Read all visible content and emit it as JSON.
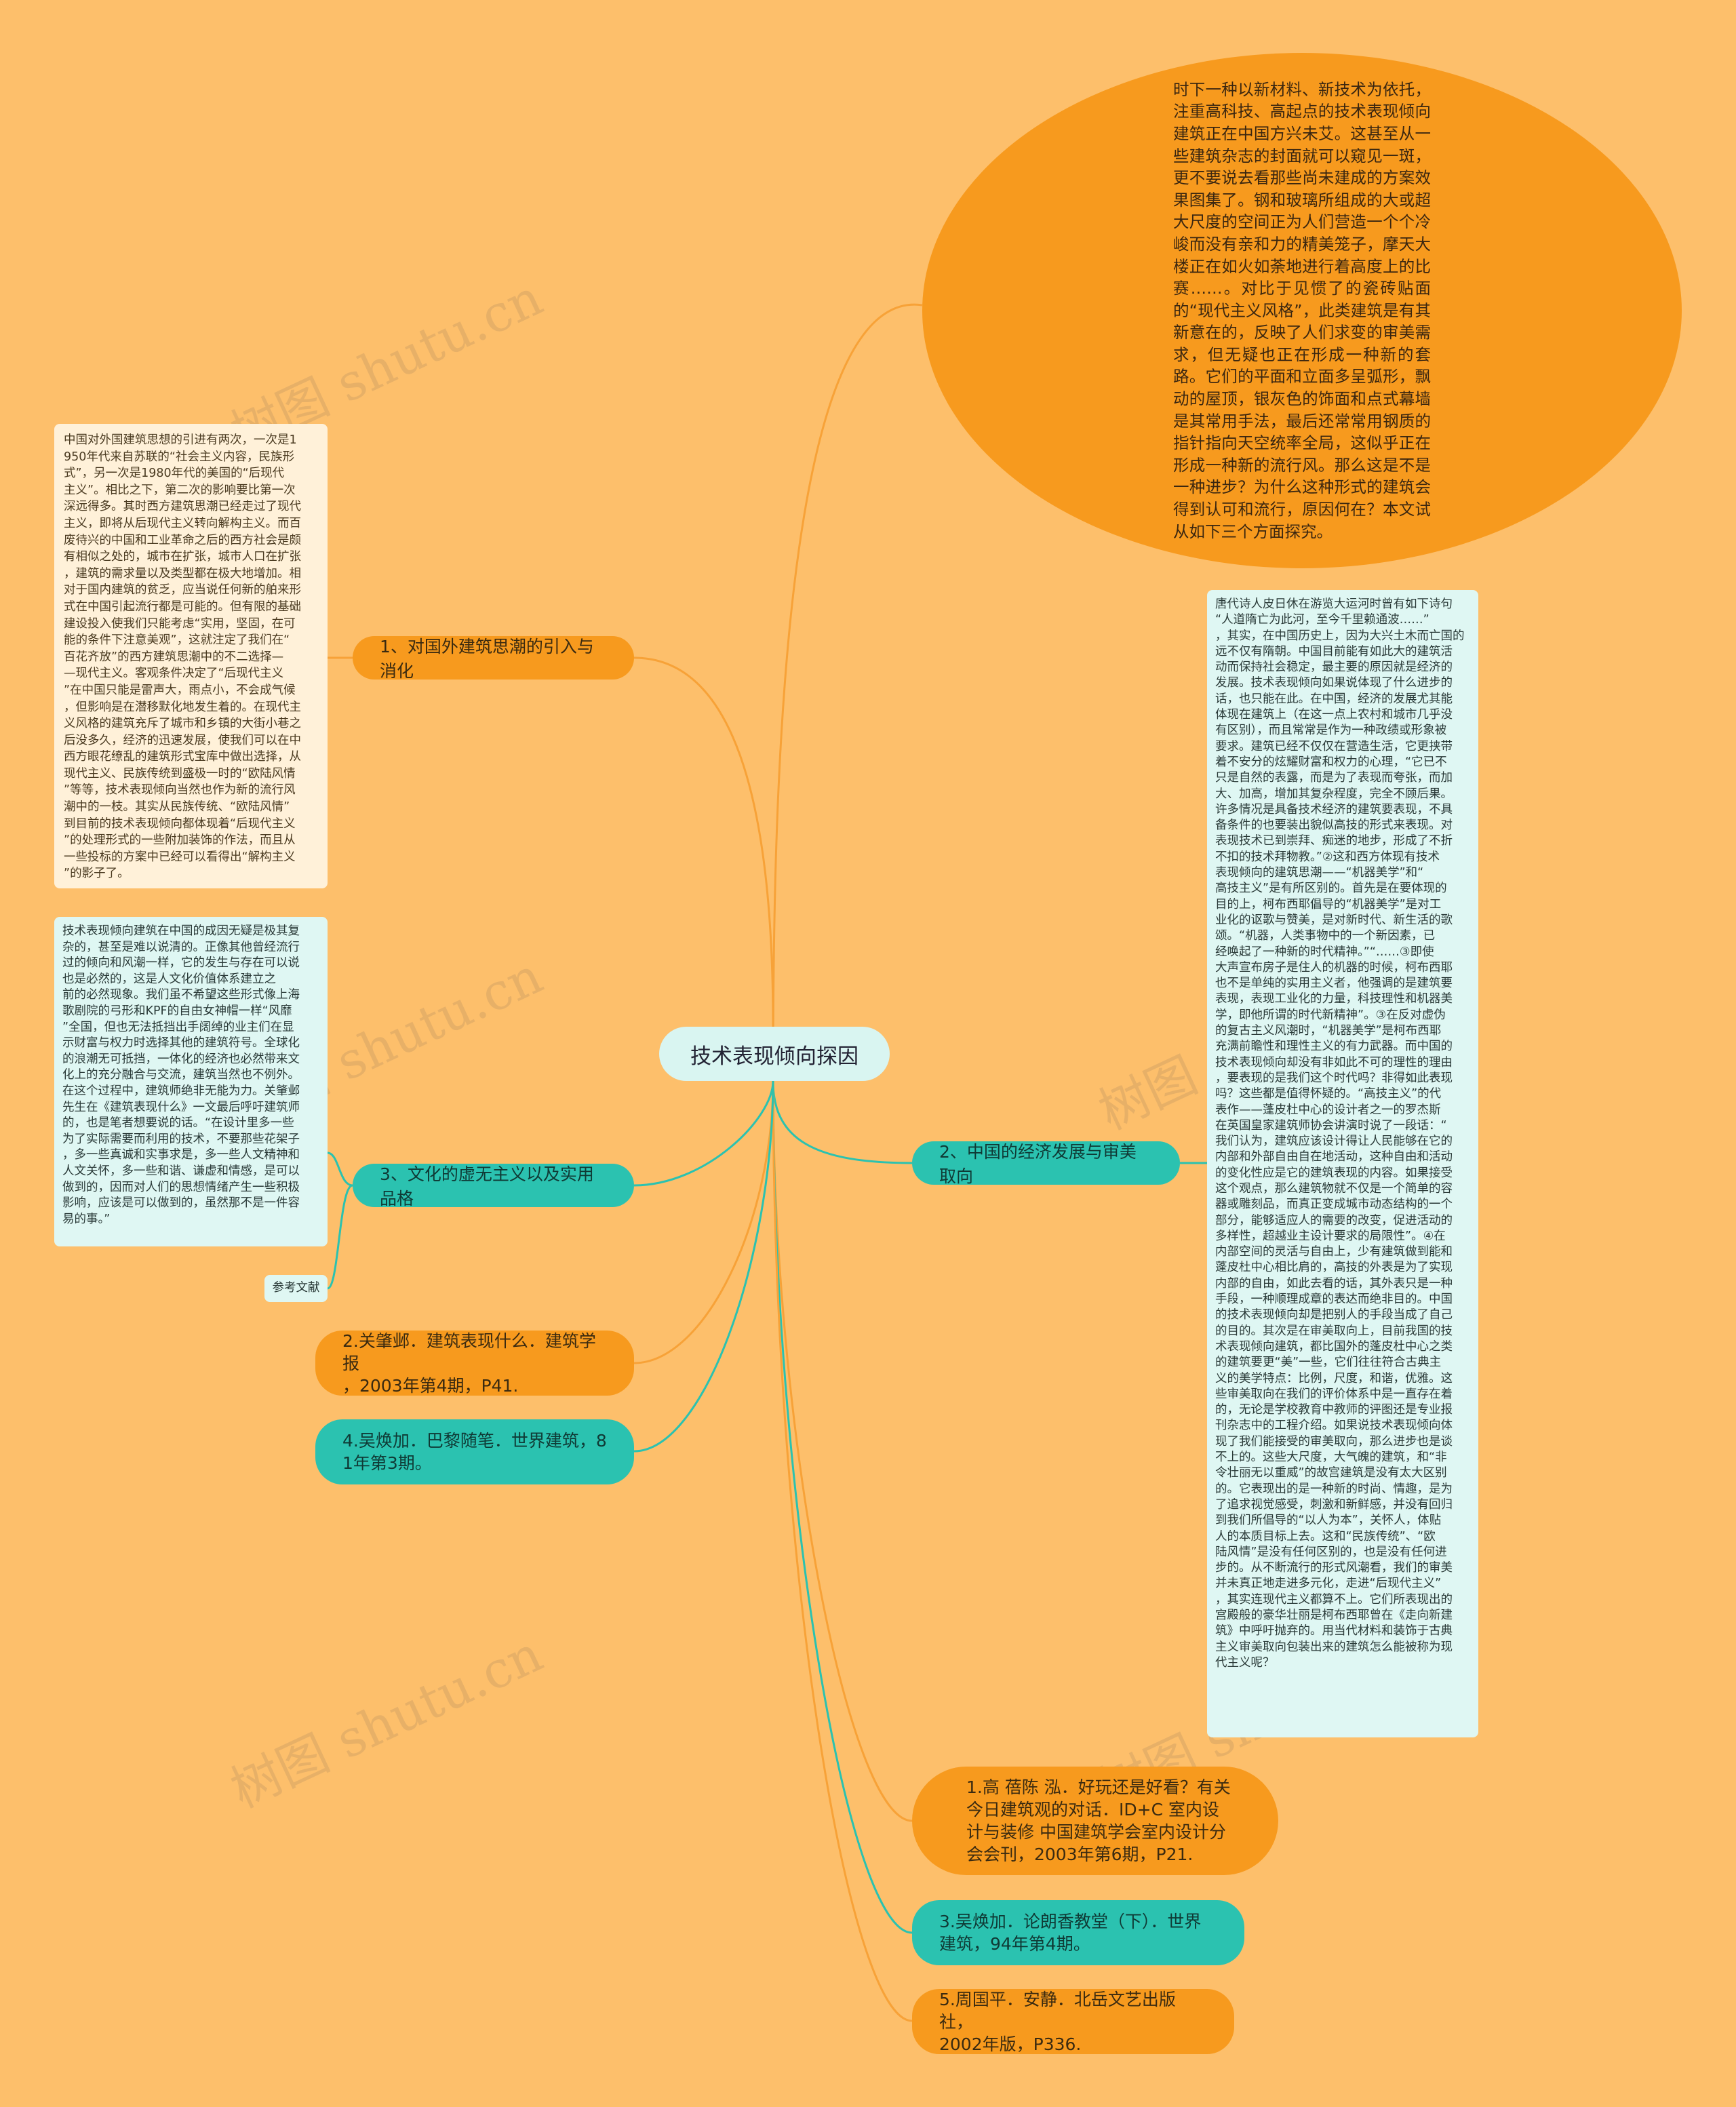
{
  "root": {
    "label": "技术表现倾向探因"
  },
  "intro": {
    "text": "时下一种以新材料、新技术为依托，注重高科技、高起点的技术表现倾向建筑正在中国方兴未艾。这甚至从一些建筑杂志的封面就可以窥见一斑，更不要说去看那些尚未建成的方案效果图集了。钢和玻璃所组成的大或超大尺度的空间正为人们营造一个个冷峻而没有亲和力的精美笼子，摩天大楼正在如火如荼地进行着高度上的比赛……。对比于见惯了的瓷砖贴面的“现代主义风格”，此类建筑是有其新意在的，反映了人们求变的审美需求，但无疑也正在形成一种新的套路。它们的平面和立面多呈弧形，飘动的屋顶，银灰色的饰面和点式幕墙是其常用手法，最后还常常用钢质的指针指向天空统率全局，这似乎正在形成一种新的流行风。那么这是不是一种进步？为什么这种形式的建筑会得到认可和流行，原因何在？本文试从如下三个方面探究。"
  },
  "branch1": {
    "label": "1、对国外建筑思潮的引入与消化",
    "detail": "中国对外国建筑思想的引进有两次，一次是1\n950年代来自苏联的“社会主义内容，民族形\n式”，另一次是1980年代的美国的“后现代\n主义”。相比之下，第二次的影响要比第一次\n深远得多。其时西方建筑思潮已经走过了现代\n主义，即将从后现代主义转向解构主义。而百\n废待兴的中国和工业革命之后的西方社会是颇\n有相似之处的，城市在扩张，城市人口在扩张\n，建筑的需求量以及类型都在极大地增加。相\n对于国内建筑的贫乏，应当说任何新的舶来形\n式在中国引起流行都是可能的。但有限的基础\n建设投入使我们只能考虑“实用，坚固，在可\n能的条件下注意美观”，这就注定了我们在“\n百花齐放”的西方建筑思潮中的不二选择—\n—现代主义。客观条件决定了“后现代主义\n”在中国只能是雷声大，雨点小，不会成气候\n，但影响是在潜移默化地发生着的。在现代主\n义风格的建筑充斥了城市和乡镇的大街小巷之\n后没多久，经济的迅速发展，使我们可以在中\n西方眼花缭乱的建筑形式宝库中做出选择，从\n现代主义、民族传统到盛极一时的“欧陆风情\n”等等，技术表现倾向当然也作为新的流行风\n潮中的一枝。其实从民族传统、“欧陆风情”\n到目前的技术表现倾向都体现着“后现代主义\n”的处理形式的一些附加装饰的作法，而且从\n一些投标的方案中已经可以看得出“解构主义\n”的影子了。"
  },
  "branch2": {
    "label": "2、中国的经济发展与审美取向",
    "detail": "唐代诗人皮日休在游览大运河时曾有如下诗句\n“人道隋亡为此河，至今千里赖通波……”\n，其实，在中国历史上，因为大兴土木而亡国的\n远不仅有隋朝。中国目前能有如此大的建筑活\n动而保持社会稳定，最主要的原因就是经济的\n发展。技术表现倾向如果说体现了什么进步的\n话，也只能在此。在中国，经济的发展尤其能\n体现在建筑上（在这一点上农村和城市几乎没\n有区别），而且常常是作为一种政绩或形象被\n要求。建筑已经不仅仅在营造生活，它更挟带\n着不安分的炫耀财富和权力的心理，“它已不\n只是自然的表露，而是为了表现而夸张，而加\n大、加高，增加其复杂程度，完全不顾后果。\n许多情况是具备技术经济的建筑要表现，不具\n备条件的也要装出貌似高技的形式来表现。对\n表现技术已到崇拜、痴迷的地步，形成了不折\n不扣的技术拜物教。”②这和西方体现有技术\n表现倾向的建筑思潮——“机器美学”和“\n高技主义”是有所区别的。首先是在要体现的\n目的上，柯布西耶倡导的“机器美学”是对工\n业化的讴歌与赞美，是对新时代、新生活的歌\n颂。“机器，人类事物中的一个新因素，已\n经唤起了一种新的时代精神。”“……③即使\n大声宣布房子是住人的机器的时候，柯布西耶\n也不是单纯的实用主义者，他强调的是建筑要\n表现，表现工业化的力量，科技理性和机器美\n学，即他所谓的时代新精神”。③在反对虚伪\n的复古主义风潮时，“机器美学”是柯布西耶\n充满前瞻性和理性主义的有力武器。而中国的\n技术表现倾向却没有非如此不可的理性的理由\n，要表现的是我们这个时代吗？非得如此表现\n吗？这些都是值得怀疑的。“高技主义”的代\n表作——蓬皮杜中心的设计者之一的罗杰斯\n在英国皇家建筑师协会讲演时说了一段话：“\n我们认为，建筑应该设计得让人民能够在它的\n内部和外部自由自在地活动，这种自由和活动\n的变化性应是它的建筑表现的内容。如果接受\n这个观点，那么建筑物就不仅是一个简单的容\n器或雕刻品，而真正变成城市动态结构的一个\n部分，能够适应人的需要的改变，促进活动的\n多样性，超越业主设计要求的局限性”。④在\n内部空间的灵活与自由上，少有建筑做到能和\n蓬皮杜中心相比肩的，高技的外表是为了实现\n内部的自由，如此去看的话，其外表只是一种\n手段，一种顺理成章的表达而绝非目的。中国\n的技术表现倾向却是把别人的手段当成了自己\n的目的。其次是在审美取向上，目前我国的技\n术表现倾向建筑，都比国外的蓬皮杜中心之类\n的建筑要更“美”一些，它们往往符合古典主\n义的美学特点：比例，尺度，和谐，优雅。这\n些审美取向在我们的评价体系中是一直存在着\n的，无论是学校教育中教师的评图还是专业报\n刊杂志中的工程介绍。如果说技术表现倾向体\n现了我们能接受的审美取向，那么进步也是谈\n不上的。这些大尺度，大气魄的建筑，和“非\n令壮丽无以重威”的故宫建筑是没有太大区别\n的。它表现出的是一种新的时尚、情趣，是为\n了追求视觉感受，刺激和新鲜感，并没有回归\n到我们所倡导的“以人为本”，关怀人，体贴\n人的本质目标上去。这和“民族传统”、“欧\n陆风情”是没有任何区别的，也是没有任何进\n步的。从不断流行的形式风潮看，我们的审美\n并未真正地走进多元化，走进“后现代主义”\n，其实连现代主义都算不上。它们所表现出的\n宫殿般的豪华壮丽是柯布西耶曾在《走向新建\n筑》中呼吁抛弃的。用当代材料和装饰于古典\n主义审美取向包装出来的建筑怎么能被称为现\n代主义呢？"
  },
  "branch3": {
    "label": "3、文化的虚无主义以及实用品格",
    "detail": "技术表现倾向建筑在中国的成因无疑是极其复\n杂的，甚至是难以说清的。正像其他曾经流行\n过的倾向和风潮一样，它的发生与存在可以说\n也是必然的，这是人文化价值体系建立之\n前的必然现象。我们虽不希望这些形式像上海\n歌剧院的弓形和KPF的自由女神帽一样“风靡\n”全国，但也无法抵挡出手阔绰的业主们在显\n示财富与权力时选择其他的建筑符号。全球化\n的浪潮无可抵挡，一体化的经济也必然带来文\n化上的充分融合与交流，建筑当然也不例外。\n在这个过程中，建筑师绝非无能为力。关肇邺\n先生在《建筑表现什么》一文最后呼吁建筑师\n的，也是笔者想要说的话。“在设计里多一些\n为了实际需要而利用的技术，不要那些花架子\n，多一些真诚和实事求是，多一些人文精神和\n人文关怀，多一些和谐、谦虚和情感，是可以\n做到的，因而对人们的思想情绪产生一些积极\n影响，应该是可以做到的，虽然那不是一件容\n易的事。”"
  },
  "ref_label": "参考文献",
  "refs": {
    "r1": "1.高 蓓陈 泓．好玩还是好看？有关\n今日建筑观的对话．ID+C 室内设\n计与装修 中国建筑学会室内设计分\n会会刊，2003年第6期，P21.",
    "r2": "2.关肇邺．建筑表现什么．建筑学报\n，2003年第4期，P41.",
    "r3": "3.吴焕加．论朗香教堂（下）．世界\n建筑，94年第4期。",
    "r4": "4.吴焕加．巴黎随笔．世界建筑，8\n1年第3期。",
    "r5": "5.周国平．安静．北岳文艺出版社，\n2002年版，P336."
  },
  "watermark": "树图 shutu.cn",
  "colors": {
    "background": "#FDBF6B",
    "orange": "#F79A1E",
    "teal": "#2BC2B0",
    "line_orange": "#F7A238",
    "line_teal": "#2BC2B0"
  }
}
